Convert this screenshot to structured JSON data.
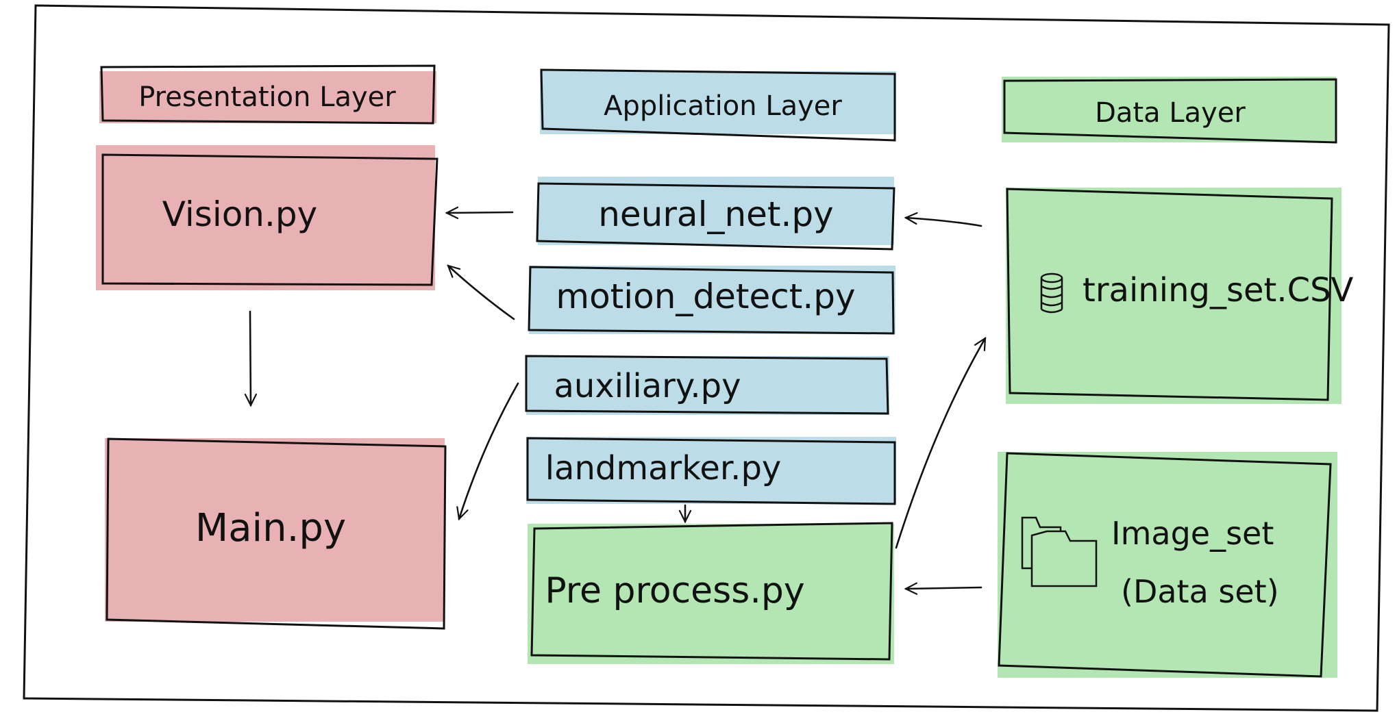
{
  "colors": {
    "presentation": "#e8b1b3",
    "application": "#bcdde7",
    "data": "#b4e6b4",
    "ink": "#111111"
  },
  "headers": {
    "presentation": "Presentation Layer",
    "application": "Application   Layer",
    "data": "Data   Layer"
  },
  "modules": {
    "vision": "Vision.py",
    "main": "Main.py",
    "neural_net": "neural_net.py",
    "motion_detect": "motion_detect.py",
    "auxiliary": "auxiliary.py",
    "landmarker": "landmarker.py",
    "preprocess": "Pre process.py",
    "training_set": "training_set.CSV",
    "image_set": "Image_set",
    "image_set_sub": "(Data set)"
  },
  "icons": {
    "training_set": "database-icon",
    "image_set": "folder-icon"
  }
}
